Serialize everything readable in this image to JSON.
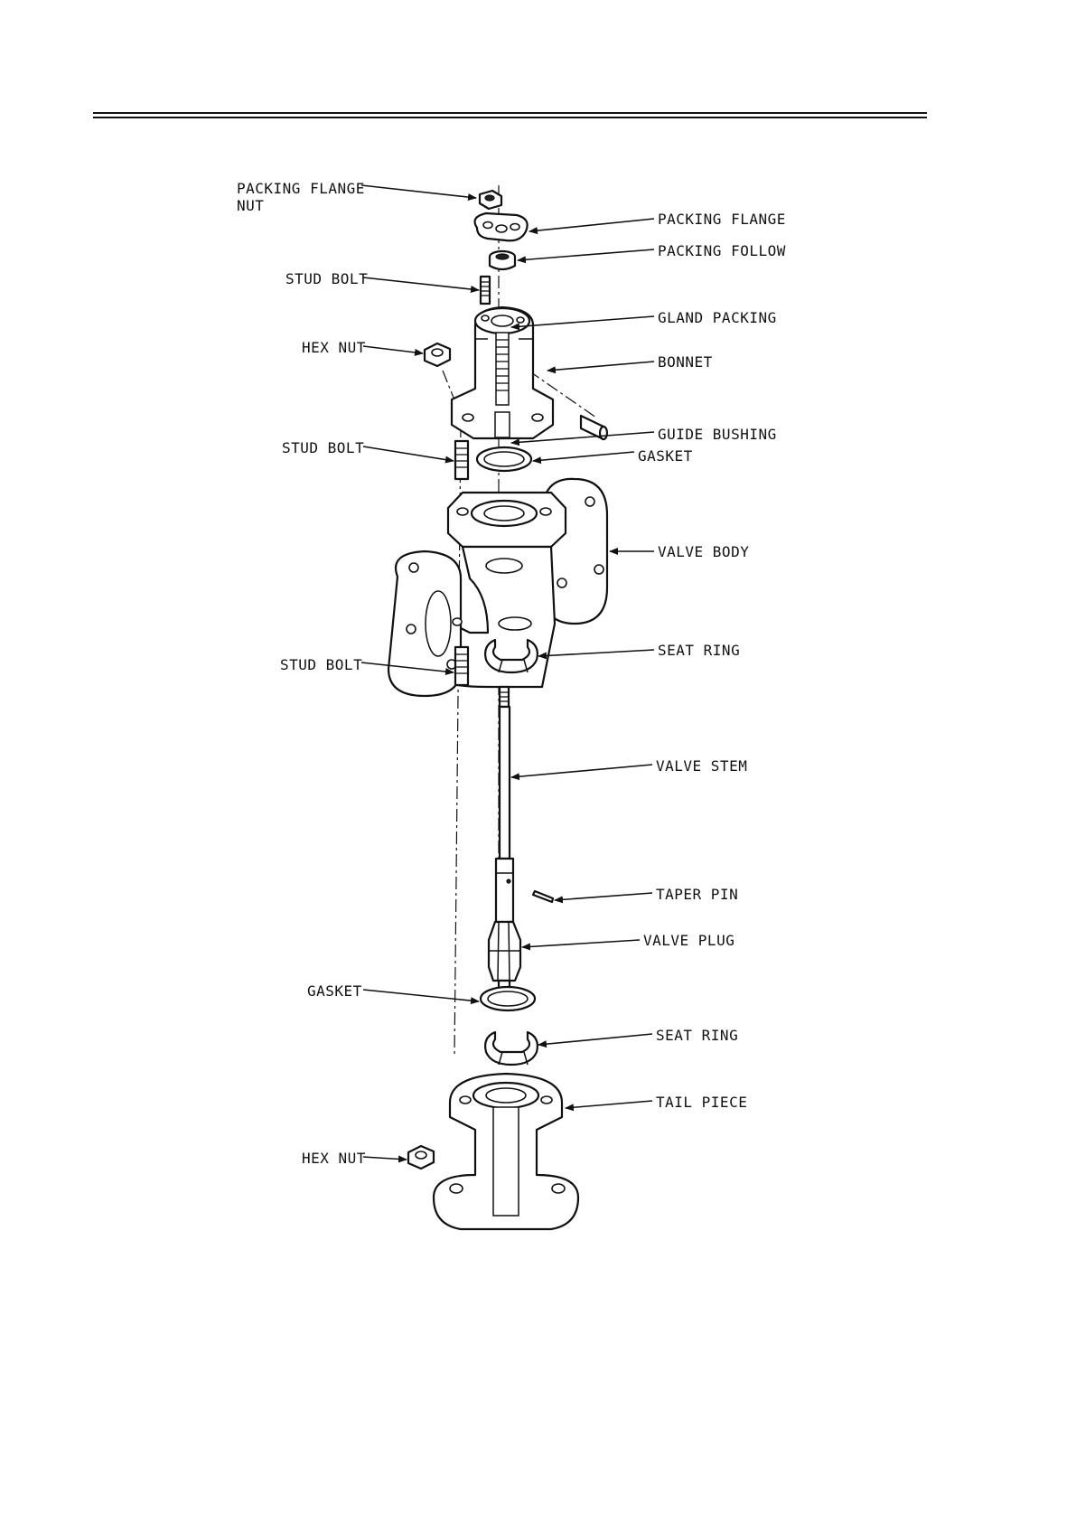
{
  "figure": {
    "labels": {
      "packing_flange_nut_line1": "PACKING FLANGE",
      "packing_flange_nut_line2": "NUT",
      "packing_flange": "PACKING FLANGE",
      "packing_follow": "PACKING FOLLOW",
      "stud_bolt_top": "STUD BOLT",
      "gland_packing": "GLAND PACKING",
      "hex_nut_top": "HEX NUT",
      "bonnet": "BONNET",
      "guide_bushing": "GUIDE BUSHING",
      "stud_bolt_mid": "STUD BOLT",
      "gasket_top": "GASKET",
      "valve_body": "VALVE BODY",
      "seat_ring_top": "SEAT RING",
      "stud_bolt_bottom": "STUD BOLT",
      "valve_stem": "VALVE STEM",
      "taper_pin": "TAPER PIN",
      "valve_plug": "VALVE PLUG",
      "gasket_bottom": "GASKET",
      "seat_ring_bottom": "SEAT RING",
      "tail_piece": "TAIL PIECE",
      "hex_nut_bottom": "HEX NUT"
    }
  }
}
